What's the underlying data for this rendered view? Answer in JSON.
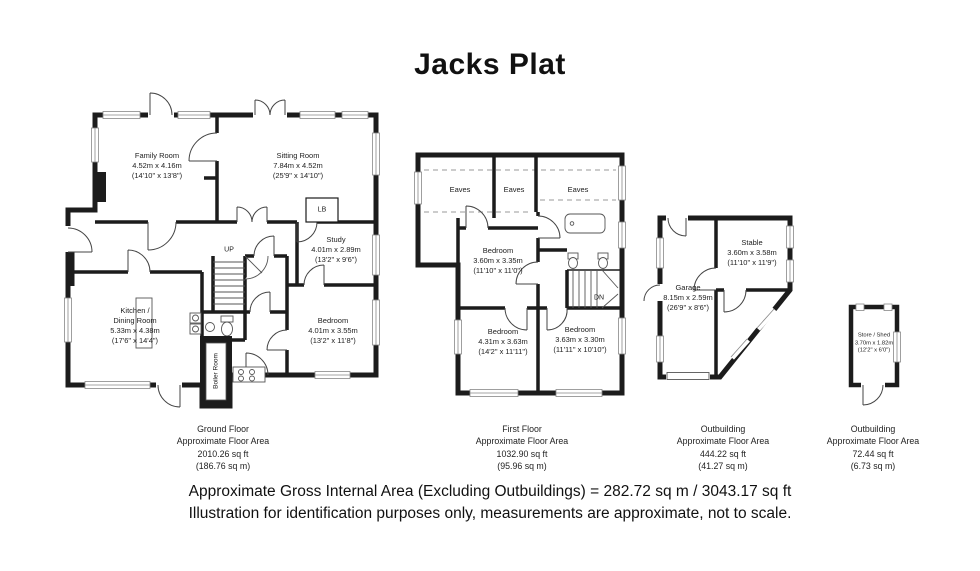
{
  "title": "Jacks Plat",
  "ground_floor": {
    "caption": {
      "title": "Ground Floor",
      "subtitle": "Approximate Floor Area",
      "area_imperial": "2010.26 sq ft",
      "area_metric": "(186.76 sq m)"
    },
    "rooms": {
      "family_room": {
        "name": "Family Room",
        "dims_metric": "4.52m x 4.16m",
        "dims_imperial": "(14'10\" x 13'8\")"
      },
      "sitting_room": {
        "name": "Sitting Room",
        "dims_metric": "7.84m x 4.52m",
        "dims_imperial": "(25'9\" x 14'10\")"
      },
      "study": {
        "name": "Study",
        "dims_metric": "4.01m x 2.89m",
        "dims_imperial": "(13'2\" x 9'6\")"
      },
      "kitchen_dining_room": {
        "name": "Kitchen /\nDining Room",
        "dims_metric": "5.33m x 4.38m",
        "dims_imperial": "(17'6\" x 14'4\")"
      },
      "bedroom": {
        "name": "Bedroom",
        "dims_metric": "4.01m x 3.55m",
        "dims_imperial": "(13'2\" x 11'8\")"
      },
      "boiler_room": {
        "name": "Boiler Room"
      }
    },
    "annotations": {
      "stairs": "UP",
      "lb": "LB"
    }
  },
  "first_floor": {
    "caption": {
      "title": "First Floor",
      "subtitle": "Approximate Floor Area",
      "area_imperial": "1032.90 sq ft",
      "area_metric": "(95.96 sq m)"
    },
    "rooms": {
      "eaves_left": {
        "name": "Eaves"
      },
      "eaves_middle": {
        "name": "Eaves"
      },
      "eaves_right": {
        "name": "Eaves"
      },
      "bedroom_top": {
        "name": "Bedroom",
        "dims_metric": "3.60m x 3.35m",
        "dims_imperial": "(11'10\" x 11'0\")"
      },
      "bedroom_bottom_left": {
        "name": "Bedroom",
        "dims_metric": "4.31m x 3.63m",
        "dims_imperial": "(14'2\" x 11'11\")"
      },
      "bedroom_bottom_right": {
        "name": "Bedroom",
        "dims_metric": "3.63m x 3.30m",
        "dims_imperial": "(11'11\" x 10'10\")"
      }
    },
    "annotations": {
      "stairs": "DN"
    }
  },
  "outbuilding_main": {
    "caption": {
      "title": "Outbuilding",
      "subtitle": "Approximate Floor Area",
      "area_imperial": "444.22 sq ft",
      "area_metric": "(41.27 sq m)"
    },
    "rooms": {
      "garage": {
        "name": "Garage",
        "dims_metric": "8.15m x 2.59m",
        "dims_imperial": "(26'9\" x 8'6\")"
      },
      "stable": {
        "name": "Stable",
        "dims_metric": "3.60m x 3.58m",
        "dims_imperial": "(11'10\" x 11'9\")"
      }
    }
  },
  "outbuilding_store": {
    "caption": {
      "title": "Outbuilding",
      "subtitle": "Approximate Floor Area",
      "area_imperial": "72.44 sq ft",
      "area_metric": "(6.73 sq m)"
    },
    "rooms": {
      "store_shed": {
        "name": "Store / Shed",
        "dims_metric": "3.70m x 1.82m",
        "dims_imperial": "(12'2\" x 6'0\")"
      }
    }
  },
  "footer": {
    "line1": "Approximate Gross Internal Area (Excluding Outbuildings) = 282.72 sq m / 3043.17 sq ft",
    "line2": "Illustration for identification purposes only, measurements are approximate, not to scale."
  }
}
